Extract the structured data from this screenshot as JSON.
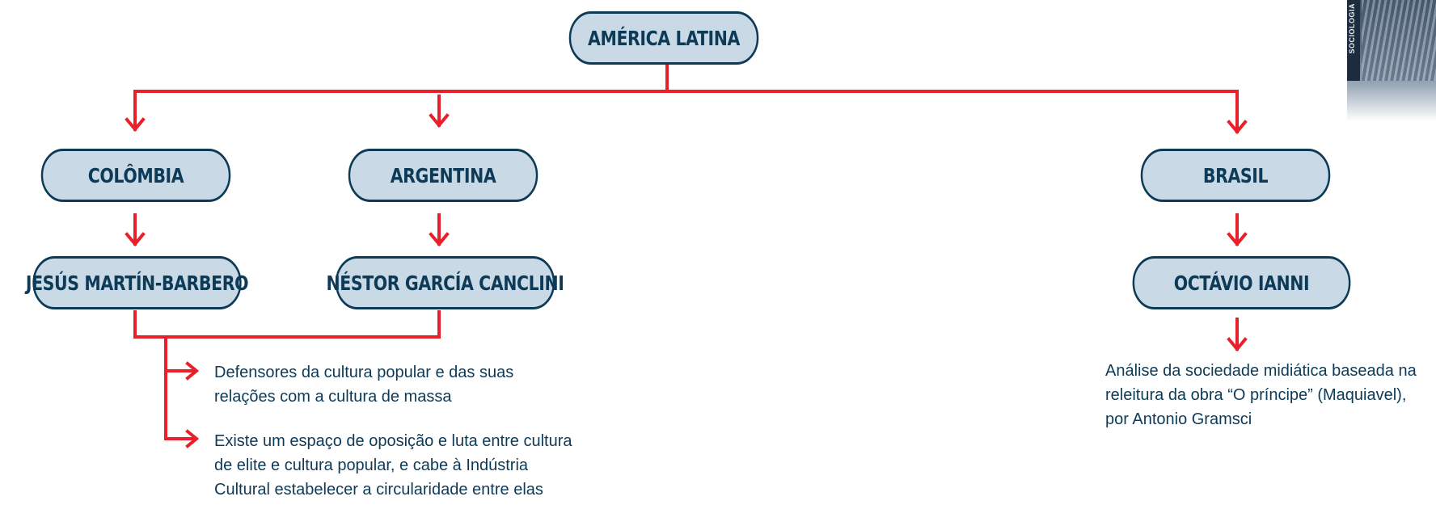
{
  "diagram": {
    "root": "AMÉRICA LATINA",
    "countries": {
      "colombia": "COLÔMBIA",
      "argentina": "ARGENTINA",
      "brasil": "BRASIL"
    },
    "authors": {
      "martin_barbero": "JESÚS MARTÍN-BARBERO",
      "garcia_canclini": "NÉSTOR GARCÍA CANCLINI",
      "ianni": "OCTÁVIO IANNI"
    },
    "notes": {
      "defensores": "Defensores da cultura popular e das suas relações com a cultura de massa",
      "espaco": "Existe um espaço de oposição e luta entre cultura de elite e cultura popular, e cabe à Indústria Cultural estabelecer a circularidade entre elas",
      "ianni": "Análise da sociedade midiática baseada na releitura da obra “O príncipe” (Maquiavel), por Antonio Gramsci"
    },
    "colors": {
      "connector": "#e8202a",
      "node_border": "#0d3a57",
      "node_fill": "#c9d9e6",
      "text": "#0d3a57"
    }
  },
  "book_thumbnail": {
    "spine_text": "SOCIOLOGIA"
  }
}
